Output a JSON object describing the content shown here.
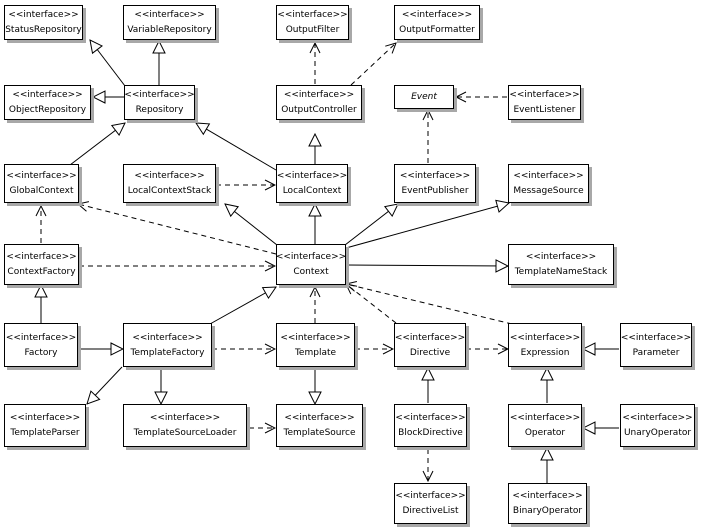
{
  "stereotype": "<<interface>>",
  "colors": {
    "line": "#000000",
    "shadow": "#a8a8a8",
    "fill": "#ffffff"
  },
  "classes": {
    "status_repository": {
      "name": "StatusRepository"
    },
    "variable_repository": {
      "name": "VariableRepository"
    },
    "output_filter": {
      "name": "OutputFilter"
    },
    "output_formatter": {
      "name": "OutputFormatter"
    },
    "object_repository": {
      "name": "ObjectRepository"
    },
    "repository": {
      "name": "Repository"
    },
    "output_controller": {
      "name": "OutputController"
    },
    "event": {
      "name": "Event"
    },
    "event_listener": {
      "name": "EventListener"
    },
    "global_context": {
      "name": "GlobalContext"
    },
    "local_context_stack": {
      "name": "LocalContextStack"
    },
    "local_context": {
      "name": "LocalContext"
    },
    "event_publisher": {
      "name": "EventPublisher"
    },
    "message_source": {
      "name": "MessageSource"
    },
    "context_factory": {
      "name": "ContextFactory"
    },
    "context": {
      "name": "Context"
    },
    "template_name_stack": {
      "name": "TemplateNameStack"
    },
    "factory": {
      "name": "Factory"
    },
    "template_factory": {
      "name": "TemplateFactory"
    },
    "template": {
      "name": "Template"
    },
    "directive": {
      "name": "Directive"
    },
    "expression": {
      "name": "Expression"
    },
    "parameter": {
      "name": "Parameter"
    },
    "template_parser": {
      "name": "TemplateParser"
    },
    "template_source_loader": {
      "name": "TemplateSourceLoader"
    },
    "template_source": {
      "name": "TemplateSource"
    },
    "block_directive": {
      "name": "BlockDirective"
    },
    "operator": {
      "name": "Operator"
    },
    "unary_operator": {
      "name": "UnaryOperator"
    },
    "directive_list": {
      "name": "DirectiveList"
    },
    "binary_operator": {
      "name": "BinaryOperator"
    }
  }
}
